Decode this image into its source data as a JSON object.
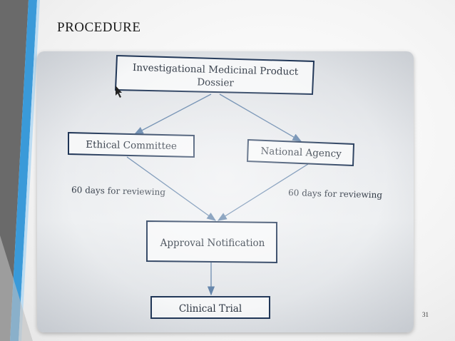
{
  "slide": {
    "title": "PROCEDURE",
    "page_number": "31"
  },
  "diagram": {
    "nodes": {
      "dossier_line1": "Investigational Medicinal Product",
      "dossier_line2": "Dossier",
      "ethical_committee": "Ethical Committee",
      "national_agency": "National Agency",
      "approval_notification": "Approval Notification",
      "clinical_trial": "Clinical Trial"
    },
    "edge_labels": {
      "left_review": "60 days for reviewing",
      "right_review": "60 days for reviewing"
    }
  },
  "colors": {
    "box_border": "#1f3556",
    "arrow": "#5b7ea6",
    "accent_blue": "#3a9ad9",
    "dark_gray": "#5a5a5a"
  }
}
